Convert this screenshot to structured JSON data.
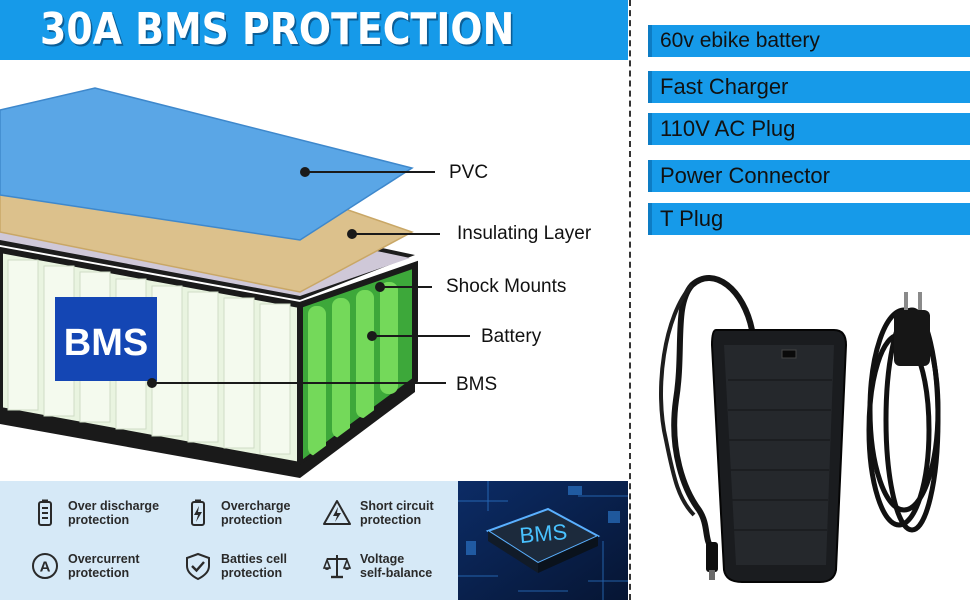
{
  "title": "30A BMS PROTECTION",
  "diagram": {
    "chip_label": "BMS",
    "callouts": [
      {
        "id": "pvc",
        "label": "PVC"
      },
      {
        "id": "insulating",
        "label": "Insulating Layer"
      },
      {
        "id": "shock",
        "label": "Shock Mounts"
      },
      {
        "id": "battery",
        "label": "Battery"
      },
      {
        "id": "bms",
        "label": "BMS"
      }
    ]
  },
  "features": [
    {
      "icon": "battery-icon",
      "label": "Over discharge\nprotection"
    },
    {
      "icon": "charge-icon",
      "label": "Overcharge\nprotection"
    },
    {
      "icon": "warning-icon",
      "label": "Short circuit\nprotection"
    },
    {
      "icon": "current-icon",
      "label": "Overcurrent\nprotection"
    },
    {
      "icon": "shield-check-icon",
      "label": "Batties cell\nprotection"
    },
    {
      "icon": "scale-icon",
      "label": "Voltage\nself-balance"
    }
  ],
  "chip_image_label": "BMS",
  "package": [
    {
      "label": "60v ebike battery"
    },
    {
      "label": "Fast Charger"
    },
    {
      "label": "110V AC Plug"
    },
    {
      "label": "Power Connector"
    },
    {
      "label": "T Plug"
    }
  ],
  "colors": {
    "accent_blue": "#169ae9",
    "feature_bg": "#d6e9f7",
    "pvc_blue": "#5aa6e6",
    "insulating_tan": "#dcc18c",
    "cell_green": "#6fd455",
    "bms_badge": "#1446b4"
  }
}
